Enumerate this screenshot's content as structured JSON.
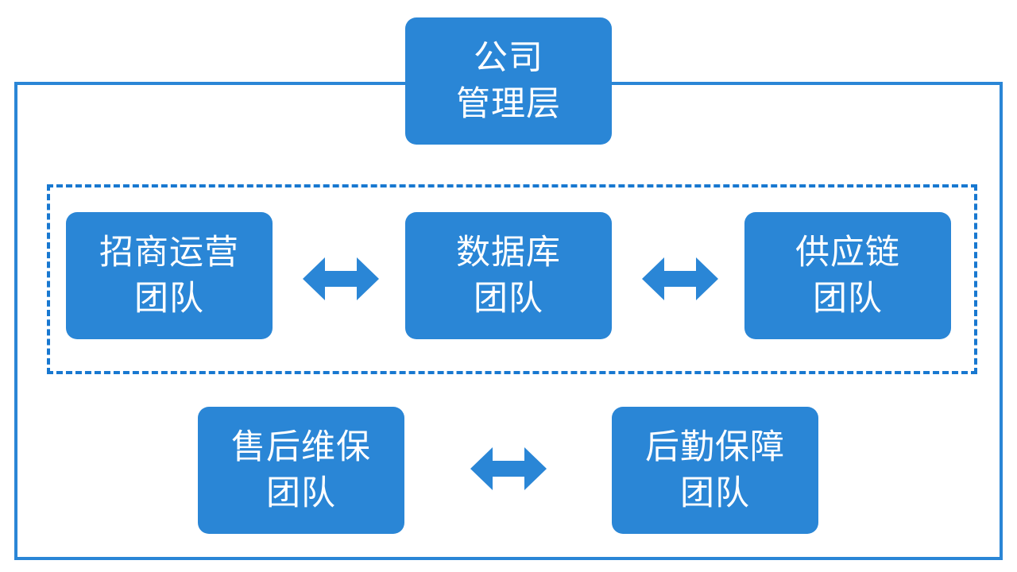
{
  "diagram": {
    "title_box": {
      "line1": "公司",
      "line2": "管理层"
    },
    "group_teams": [
      {
        "line1": "招商运营",
        "line2": "团队"
      },
      {
        "line1": "数据库",
        "line2": "团队"
      },
      {
        "line1": "供应链",
        "line2": "团队"
      }
    ],
    "bottom_teams": [
      {
        "line1": "售后维保",
        "line2": "团队"
      },
      {
        "line1": "后勤保障",
        "line2": "团队"
      }
    ],
    "connectors": [
      {
        "from": "招商运营团队",
        "to": "数据库团队",
        "type": "bidirectional"
      },
      {
        "from": "数据库团队",
        "to": "供应链团队",
        "type": "bidirectional"
      },
      {
        "from": "售后维保团队",
        "to": "后勤保障团队",
        "type": "bidirectional"
      }
    ],
    "colors": {
      "box_fill": "#2a86d6",
      "frame": "#2a86d6",
      "dashed_frame": "#1878d0",
      "text": "#ffffff"
    }
  }
}
